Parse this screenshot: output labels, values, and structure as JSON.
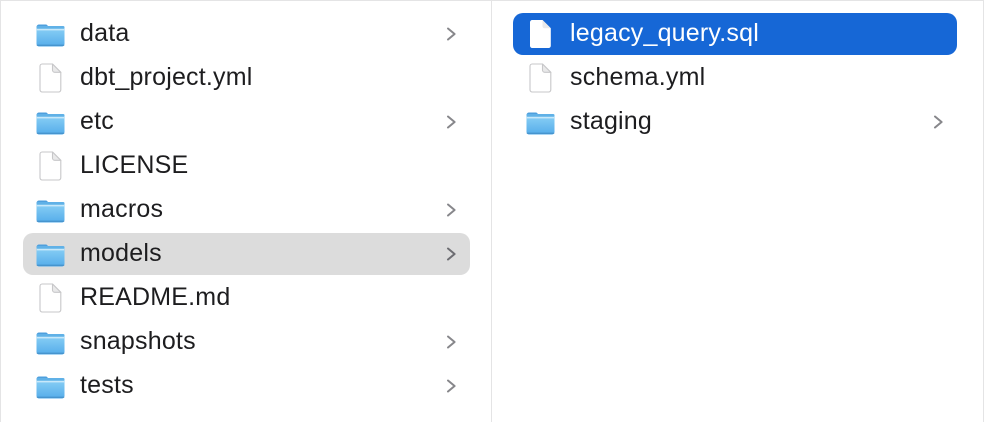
{
  "window": {
    "type": "finder-column-view"
  },
  "colors": {
    "background": "#ffffff",
    "divider": "#e4e4e5",
    "selection_blue": "#1667d6",
    "selection_gray": "#dcdcdc",
    "text": "#1d1d1f",
    "selected_text": "#ffffff",
    "chevron": "#87878b",
    "folder_blue_light": "#8ed3f6",
    "folder_blue_dark": "#55acea",
    "folder_tab": "#4e9fdd"
  },
  "columns": [
    {
      "id": "column-1",
      "items": [
        {
          "label": "data",
          "icon": "folder-icon",
          "chevron": true,
          "selected": false
        },
        {
          "label": "dbt_project.yml",
          "icon": "file-icon",
          "chevron": false,
          "selected": false
        },
        {
          "label": "etc",
          "icon": "folder-icon",
          "chevron": true,
          "selected": false
        },
        {
          "label": "LICENSE",
          "icon": "file-icon",
          "chevron": false,
          "selected": false
        },
        {
          "label": "macros",
          "icon": "folder-icon",
          "chevron": true,
          "selected": false
        },
        {
          "label": "models",
          "icon": "folder-icon",
          "chevron": true,
          "selected": true,
          "selection_style": "gray"
        },
        {
          "label": "README.md",
          "icon": "file-icon",
          "chevron": false,
          "selected": false
        },
        {
          "label": "snapshots",
          "icon": "folder-icon",
          "chevron": true,
          "selected": false
        },
        {
          "label": "tests",
          "icon": "folder-icon",
          "chevron": true,
          "selected": false
        }
      ]
    },
    {
      "id": "column-2",
      "items": [
        {
          "label": "legacy_query.sql",
          "icon": "file-icon",
          "chevron": false,
          "selected": true,
          "selection_style": "blue"
        },
        {
          "label": "schema.yml",
          "icon": "file-icon",
          "chevron": false,
          "selected": false
        },
        {
          "label": "staging",
          "icon": "folder-icon",
          "chevron": true,
          "selected": false
        }
      ]
    }
  ]
}
